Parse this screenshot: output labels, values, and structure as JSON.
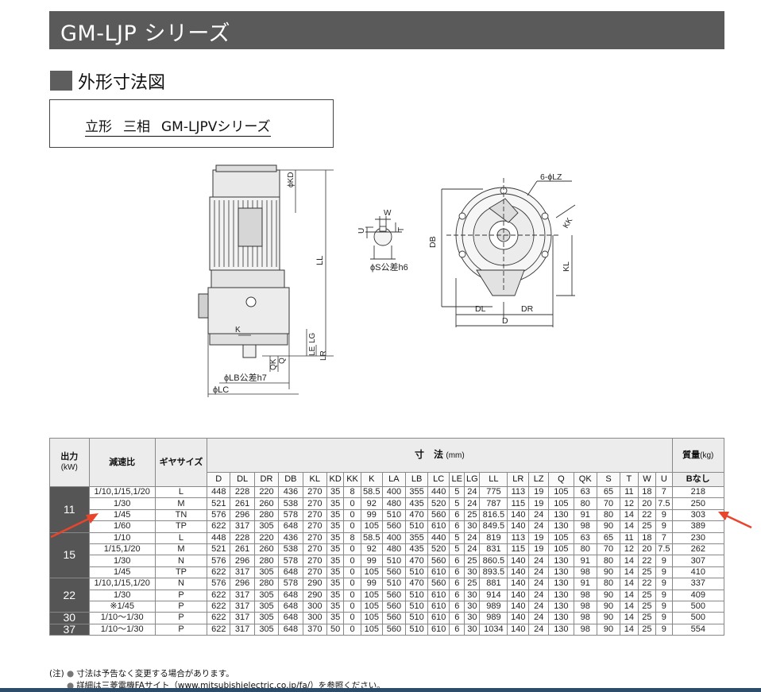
{
  "header": {
    "series_title": "GM-LJP シリーズ"
  },
  "section": {
    "title": "外形寸法図"
  },
  "caption": {
    "part1": "立形",
    "part2": "三相",
    "part3": "GM-LJPVシリーズ"
  },
  "drawing_labels": {
    "kd": "ϕKD",
    "ll": "LL",
    "lg": "LG",
    "le": "LE",
    "lr": "LR",
    "k": "K",
    "qk": "QK",
    "q": "Q",
    "lb": "ϕLB公差h7",
    "lc": "ϕLC",
    "w": "W",
    "u": "U",
    "t": "T",
    "s": "ϕS公差h6",
    "lz": "6-ϕLZ",
    "kk": "KK",
    "kl": "KL",
    "db": "DB",
    "dl": "DL",
    "dr": "DR",
    "d": "D"
  },
  "table": {
    "header": {
      "output": "出力",
      "output_unit": "(kW)",
      "ratio": "減速比",
      "gear": "ギヤサイズ",
      "dims": "寸　法",
      "dims_unit": "(mm)",
      "mass": "質量",
      "mass_unit": "(kg)",
      "mass_sub": "Bなし",
      "cols": [
        "D",
        "DL",
        "DR",
        "DB",
        "KL",
        "KD",
        "KK",
        "K",
        "LA",
        "LB",
        "LC",
        "LE",
        "LG",
        "LL",
        "LR",
        "LZ",
        "Q",
        "QK",
        "S",
        "T",
        "W",
        "U"
      ]
    },
    "groups": [
      {
        "output": "11",
        "rows": [
          {
            "ratio": "1/10,1/15,1/20",
            "gear": "L",
            "vals": [
              "448",
              "228",
              "220",
              "436",
              "270",
              "35",
              "8",
              "58.5",
              "400",
              "355",
              "440",
              "5",
              "24",
              "775",
              "113",
              "19",
              "105",
              "63",
              "65",
              "11",
              "18",
              "7"
            ],
            "mass": "218"
          },
          {
            "ratio": "1/30",
            "gear": "M",
            "vals": [
              "521",
              "261",
              "260",
              "538",
              "270",
              "35",
              "0",
              "92",
              "480",
              "435",
              "520",
              "5",
              "24",
              "787",
              "115",
              "19",
              "105",
              "80",
              "70",
              "12",
              "20",
              "7.5"
            ],
            "mass": "250"
          },
          {
            "ratio": "1/45",
            "gear": "TN",
            "vals": [
              "576",
              "296",
              "280",
              "578",
              "270",
              "35",
              "0",
              "99",
              "510",
              "470",
              "560",
              "6",
              "25",
              "816.5",
              "140",
              "24",
              "130",
              "91",
              "80",
              "14",
              "22",
              "9"
            ],
            "mass": "303"
          },
          {
            "ratio": "1/60",
            "gear": "TP",
            "vals": [
              "622",
              "317",
              "305",
              "648",
              "270",
              "35",
              "0",
              "105",
              "560",
              "510",
              "610",
              "6",
              "30",
              "849.5",
              "140",
              "24",
              "130",
              "98",
              "90",
              "14",
              "25",
              "9"
            ],
            "mass": "389"
          }
        ]
      },
      {
        "output": "15",
        "rows": [
          {
            "ratio": "1/10",
            "gear": "L",
            "vals": [
              "448",
              "228",
              "220",
              "436",
              "270",
              "35",
              "8",
              "58.5",
              "400",
              "355",
              "440",
              "5",
              "24",
              "819",
              "113",
              "19",
              "105",
              "63",
              "65",
              "11",
              "18",
              "7"
            ],
            "mass": "230"
          },
          {
            "ratio": "1/15,1/20",
            "gear": "M",
            "vals": [
              "521",
              "261",
              "260",
              "538",
              "270",
              "35",
              "0",
              "92",
              "480",
              "435",
              "520",
              "5",
              "24",
              "831",
              "115",
              "19",
              "105",
              "80",
              "70",
              "12",
              "20",
              "7.5"
            ],
            "mass": "262"
          },
          {
            "ratio": "1/30",
            "gear": "N",
            "vals": [
              "576",
              "296",
              "280",
              "578",
              "270",
              "35",
              "0",
              "99",
              "510",
              "470",
              "560",
              "6",
              "25",
              "860.5",
              "140",
              "24",
              "130",
              "91",
              "80",
              "14",
              "22",
              "9"
            ],
            "mass": "307"
          },
          {
            "ratio": "1/45",
            "gear": "TP",
            "vals": [
              "622",
              "317",
              "305",
              "648",
              "270",
              "35",
              "0",
              "105",
              "560",
              "510",
              "610",
              "6",
              "30",
              "893.5",
              "140",
              "24",
              "130",
              "98",
              "90",
              "14",
              "25",
              "9"
            ],
            "mass": "410"
          }
        ]
      },
      {
        "output": "22",
        "rows": [
          {
            "ratio": "1/10,1/15,1/20",
            "gear": "N",
            "vals": [
              "576",
              "296",
              "280",
              "578",
              "290",
              "35",
              "0",
              "99",
              "510",
              "470",
              "560",
              "6",
              "25",
              "881",
              "140",
              "24",
              "130",
              "91",
              "80",
              "14",
              "22",
              "9"
            ],
            "mass": "337"
          },
          {
            "ratio": "1/30",
            "gear": "P",
            "vals": [
              "622",
              "317",
              "305",
              "648",
              "290",
              "35",
              "0",
              "105",
              "560",
              "510",
              "610",
              "6",
              "30",
              "914",
              "140",
              "24",
              "130",
              "98",
              "90",
              "14",
              "25",
              "9"
            ],
            "mass": "409"
          },
          {
            "ratio": "※1/45",
            "gear": "P",
            "vals": [
              "622",
              "317",
              "305",
              "648",
              "300",
              "35",
              "0",
              "105",
              "560",
              "510",
              "610",
              "6",
              "30",
              "989",
              "140",
              "24",
              "130",
              "98",
              "90",
              "14",
              "25",
              "9"
            ],
            "mass": "500"
          }
        ]
      },
      {
        "output": "30",
        "rows": [
          {
            "ratio": "1/10〜1/30",
            "gear": "P",
            "vals": [
              "622",
              "317",
              "305",
              "648",
              "300",
              "35",
              "0",
              "105",
              "560",
              "510",
              "610",
              "6",
              "30",
              "989",
              "140",
              "24",
              "130",
              "98",
              "90",
              "14",
              "25",
              "9"
            ],
            "mass": "500"
          }
        ]
      },
      {
        "output": "37",
        "rows": [
          {
            "ratio": "1/10〜1/30",
            "gear": "P",
            "vals": [
              "622",
              "317",
              "305",
              "648",
              "370",
              "50",
              "0",
              "105",
              "560",
              "510",
              "610",
              "6",
              "30",
              "1034",
              "140",
              "24",
              "130",
              "98",
              "90",
              "14",
              "25",
              "9"
            ],
            "mass": "554"
          }
        ]
      }
    ]
  },
  "notes": {
    "prefix": "(注)",
    "note1": "寸法は予告なく変更する場合があります。",
    "note2": "詳細は三菱電機FAサイト（www.mitsubishielectric.co.jp/fa/）を参照ください。"
  },
  "colors": {
    "header_bar": "#5a5a5a",
    "arrow": "#e8452c",
    "output_cell": "#555555"
  }
}
